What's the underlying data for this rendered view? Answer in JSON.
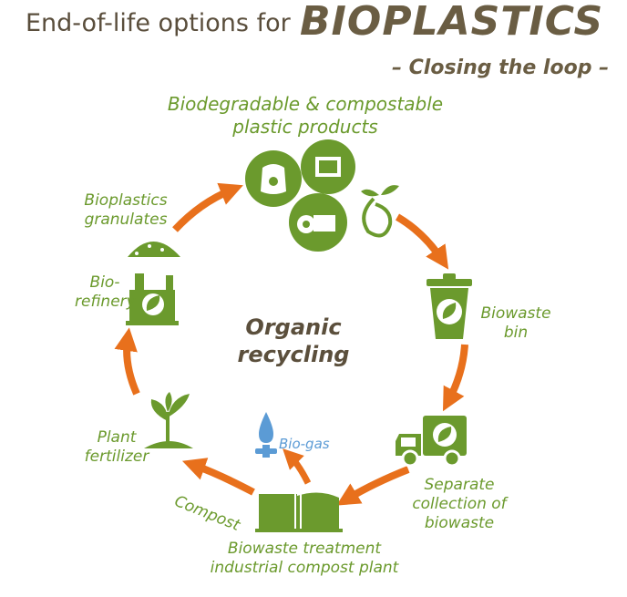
{
  "title": {
    "prefix": "End-of-life options for",
    "main": "BIOPLASTICS",
    "subtitle": "– Closing the loop –"
  },
  "center": {
    "line1": "Organic",
    "line2": "recycling"
  },
  "nodes": {
    "products": {
      "line1": "Biodegradable & compostable",
      "line2": "plastic products"
    },
    "bin": {
      "line1": "Biowaste",
      "line2": "bin"
    },
    "collection": {
      "line1": "Separate",
      "line2": "collection of",
      "line3": "biowaste"
    },
    "treatment": {
      "line1": "Biowaste treatment",
      "line2": "industrial compost plant"
    },
    "compost": {
      "label": "Compost"
    },
    "biogas": {
      "label": "Bio-gas"
    },
    "fertilizer": {
      "line1": "Plant",
      "line2": "fertilizer"
    },
    "refinery": {
      "line1": "Bio-",
      "line2": "refinery"
    },
    "granulates": {
      "line1": "Bioplastics",
      "line2": "granulates"
    }
  },
  "colors": {
    "green": "#6b9a2d",
    "orange": "#e8701c",
    "brown": "#5b4f3c",
    "blue": "#5b9bd5"
  }
}
